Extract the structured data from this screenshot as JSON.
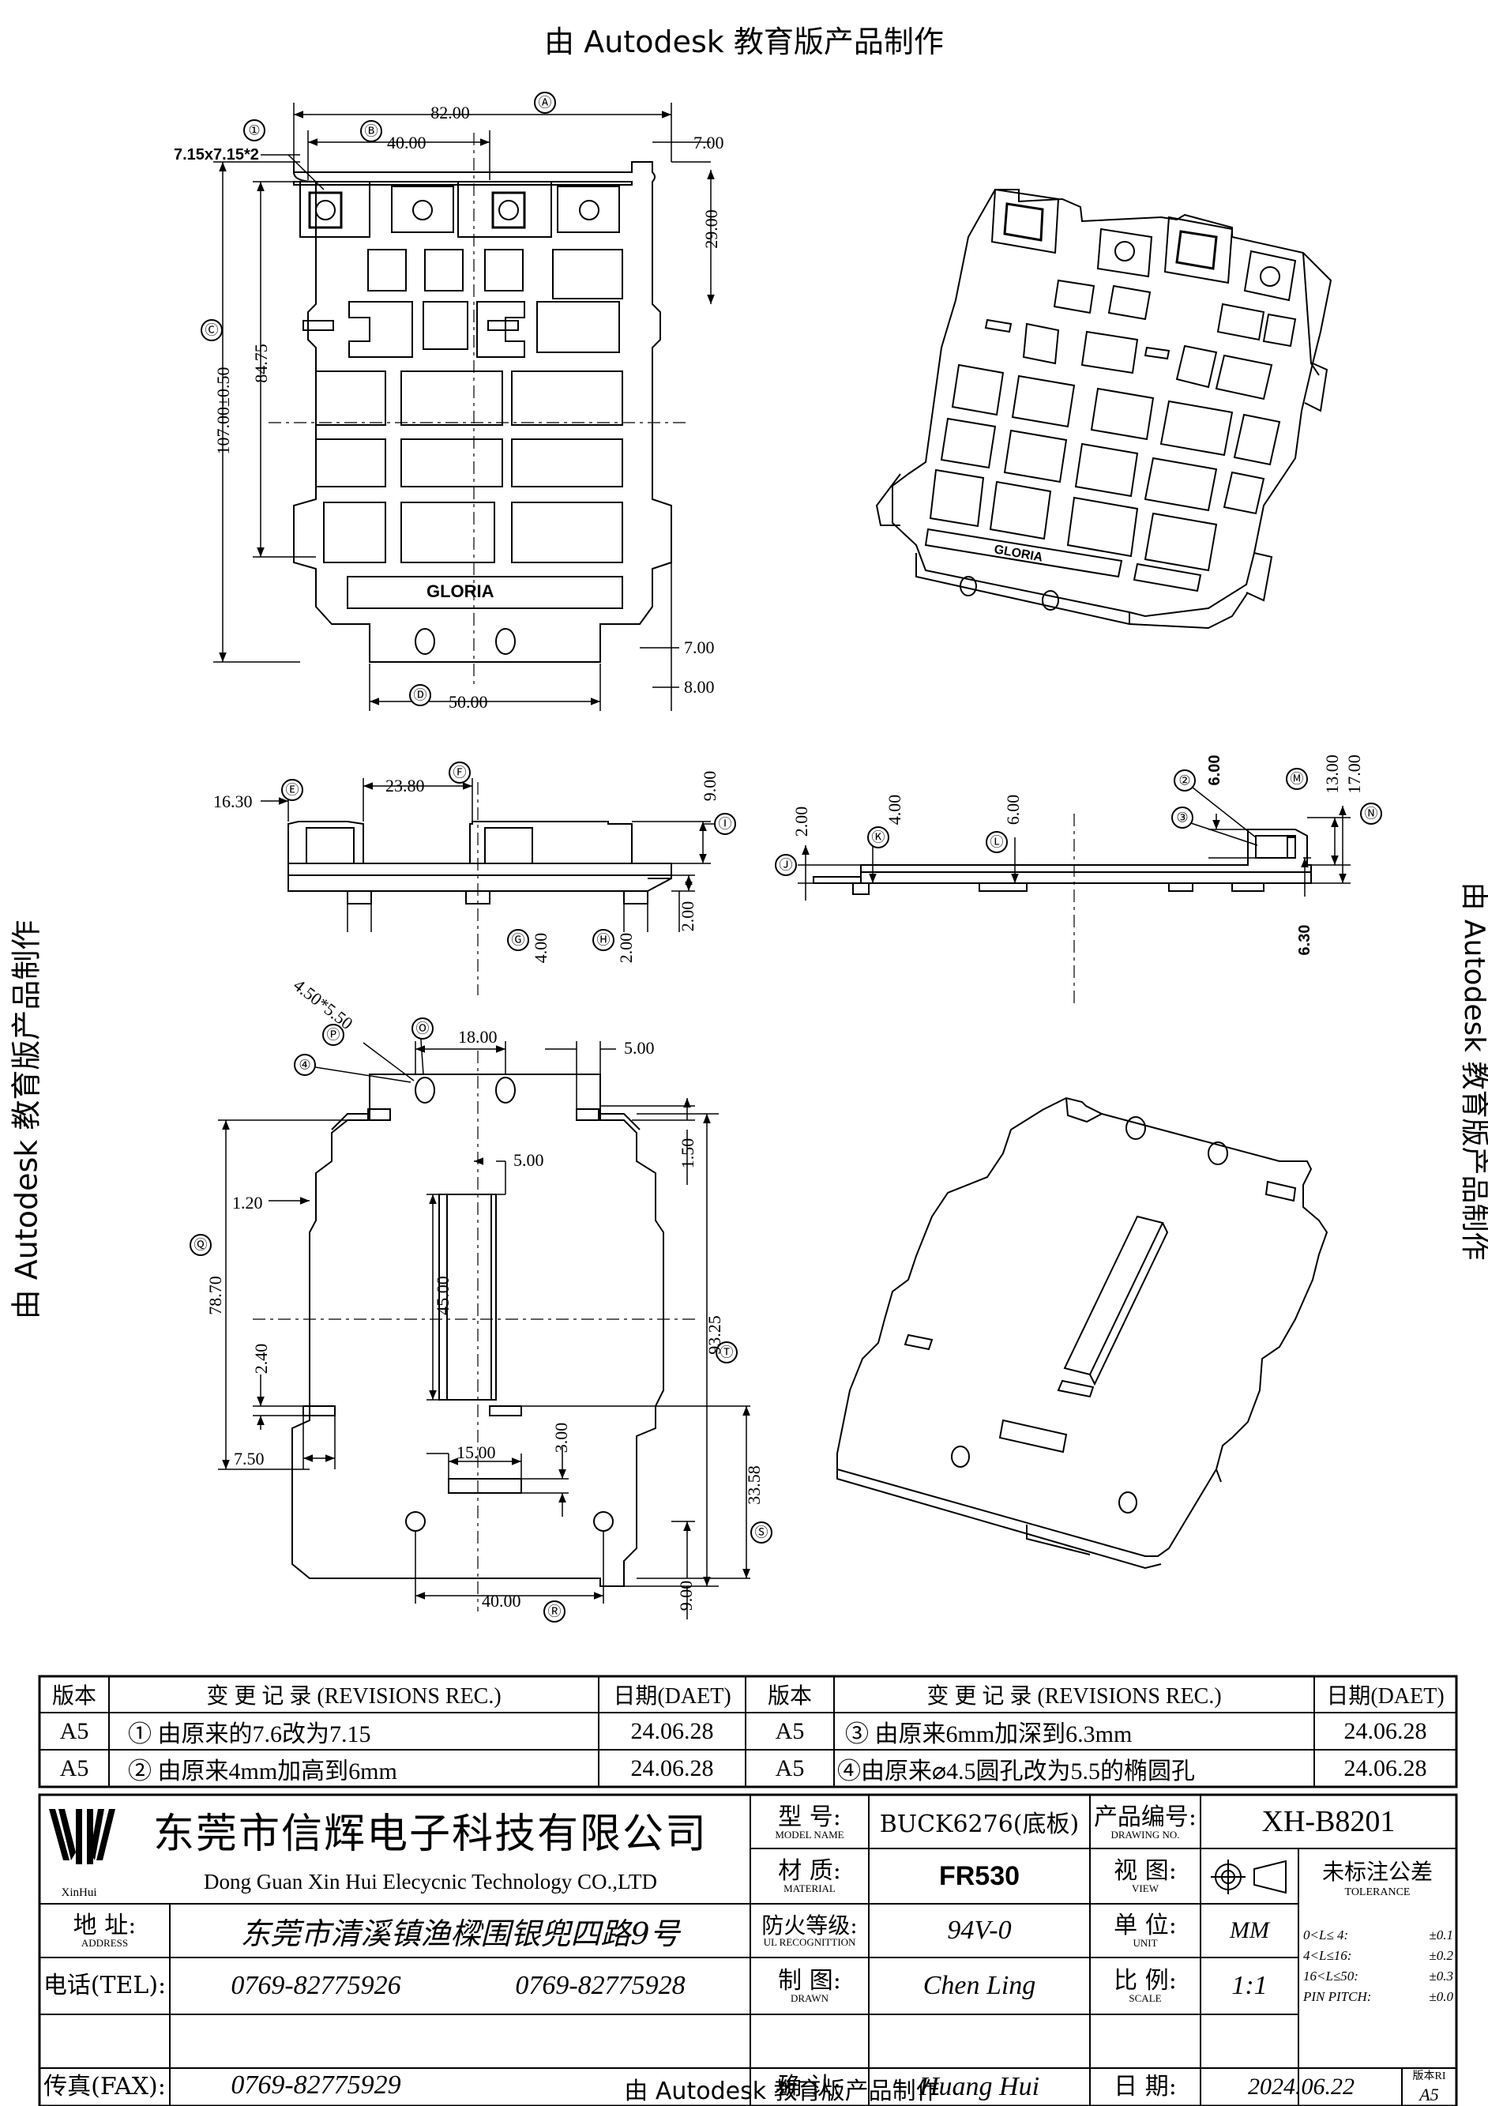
{
  "watermark": "由 Autodesk 教育版产品制作",
  "drawing": {
    "dims": {
      "d82": "82.00",
      "d40a": "40.00",
      "d7a": "7.00",
      "d29": "29.00",
      "d107": "107.00±0.50",
      "d8475": "84.75",
      "d7b": "7.00",
      "d8": "8.00",
      "d50": "50.00",
      "d715": "7.15x7.15*2",
      "d1630": "16.30",
      "d2380": "23.80",
      "d900": "9.00",
      "d400a": "4.00",
      "d200a": "2.00",
      "d200b": "2.00",
      "d200c": "2.00",
      "d400b": "4.00",
      "d600a": "6.00",
      "d600b": "6.00",
      "d1300": "13.00",
      "d1700": "17.00",
      "d630": "6.30",
      "d450": "4.50*5.50",
      "d1800": "18.00",
      "d500a": "5.00",
      "d500b": "5.00",
      "d150": "1.50",
      "d120": "1.20",
      "d4500": "45.00",
      "d7870": "78.70",
      "d9325": "93.25",
      "d240": "2.40",
      "d750": "7.50",
      "d1500": "15.00",
      "d300": "3.00",
      "d3358": "33.58",
      "d900b": "9.00",
      "d4000b": "40.00"
    },
    "bubbles": {
      "A": "Ⓐ",
      "B": "Ⓑ",
      "C": "Ⓒ",
      "D": "Ⓓ",
      "E": "Ⓔ",
      "F": "Ⓕ",
      "G": "Ⓖ",
      "H": "Ⓗ",
      "I": "Ⓘ",
      "J": "Ⓙ",
      "K": "Ⓚ",
      "L": "Ⓛ",
      "M": "Ⓜ",
      "N": "Ⓝ",
      "O": "Ⓞ",
      "P": "Ⓟ",
      "Q": "Ⓠ",
      "R": "Ⓡ",
      "S": "Ⓢ",
      "T": "Ⓣ",
      "n1": "①",
      "n2": "②",
      "n3": "③",
      "n4": "④"
    },
    "brand": "GLORIA"
  },
  "revisions": {
    "h_ver": "版本",
    "h_rec": "变 更 记 录 (REVISIONS REC.)",
    "h_date": "日期(DAET)",
    "rows": [
      {
        "v1": "A5",
        "r1": "① 由原来的7.6改为7.15",
        "d1": "24.06.28",
        "v2": "A5",
        "r2": "③ 由原来6mm加深到6.3mm",
        "d2": "24.06.28"
      },
      {
        "v1": "A5",
        "r1": "② 由原来4mm加高到6mm",
        "d1": "24.06.28",
        "v2": "A5",
        "r2": "④由原来⌀4.5圆孔改为5.5的椭圆孔",
        "d2": "24.06.28"
      }
    ]
  },
  "title_block": {
    "company_cn": "东莞市信辉电子科技有限公司",
    "company_en": "Dong Guan Xin Hui Elecycnic Technology CO.,LTD",
    "logo_text": "XinHui",
    "address_label": "地  址:",
    "address_sub": "ADDRESS",
    "address": "东莞市清溪镇渔樑围银兜四路9号",
    "tel_label": "电话(TEL):",
    "tel1": "0769-82775926",
    "tel2": "0769-82775928",
    "fax_label": "传真(FAX):",
    "fax": "0769-82775929",
    "model_label": "型  号:",
    "model_sub": "MODEL NAME",
    "model": "BUCK6276(底板)",
    "material_label": "材  质:",
    "material_sub": "MATERIAL",
    "material": "FR530",
    "fire_label": "防火等级:",
    "fire_sub": "UL RECOGNITTION",
    "fire": "94V-0",
    "drawn_label": "制  图:",
    "drawn_sub": "DRAWN",
    "drawn": "Chen Ling",
    "check_label": "确  认:",
    "check": "Huang Hui",
    "drawing_no_label": "产品编号:",
    "drawing_no_sub": "DRAWING NO.",
    "drawing_no": "XH-B8201",
    "view_label": "视  图:",
    "view_sub": "VIEW",
    "unit_label": "单  位:",
    "unit_sub": "UNIT",
    "unit": "MM",
    "scale_label": "比  例:",
    "scale_sub": "SCALE",
    "scale": "1:1",
    "date_label": "日  期:",
    "date": "2024.06.22",
    "version_label": "版本RI",
    "version": "A5",
    "tol_label": "未标注公差",
    "tol_sub": "TOLERANCE",
    "tol_rows": [
      {
        "range": "0<L≤ 4:",
        "val": "±0.1"
      },
      {
        "range": "4<L≤16:",
        "val": "±0.2"
      },
      {
        "range": "16<L≤50:",
        "val": "±0.3"
      },
      {
        "range": "PIN PITCH:",
        "val": "±0.0"
      }
    ]
  }
}
